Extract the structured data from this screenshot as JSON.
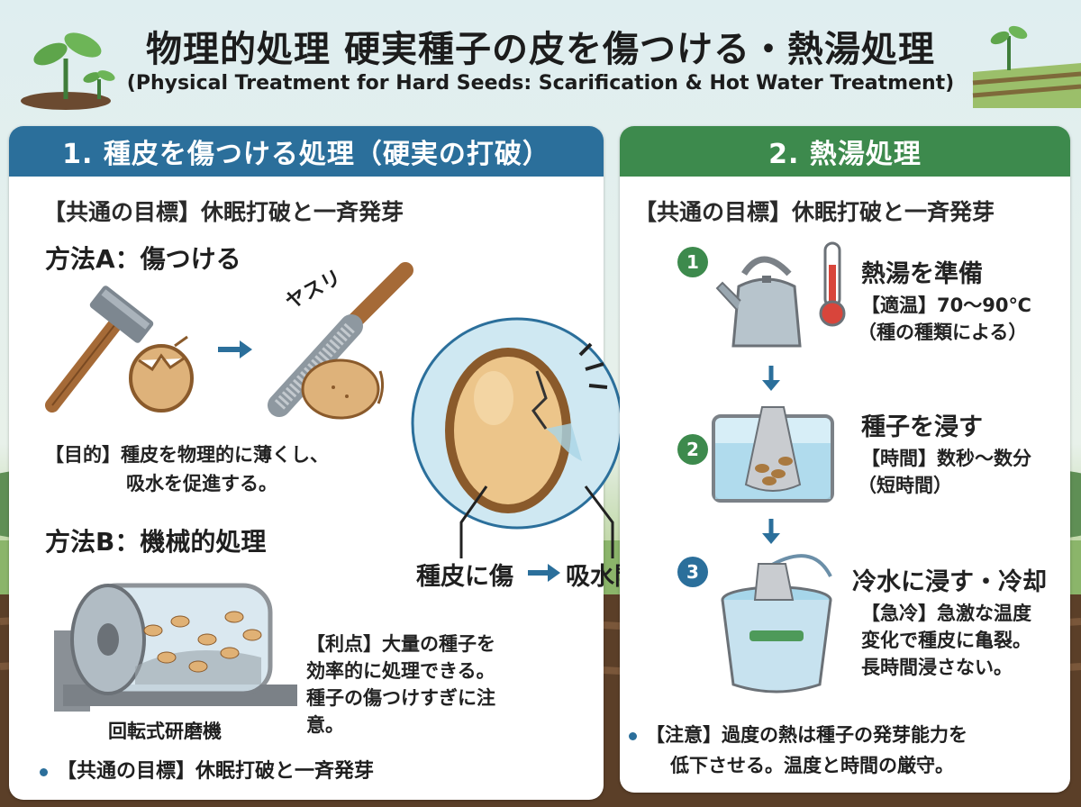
{
  "header": {
    "title": "物理的処理 硬実種子の皮を傷つける・熱湯処理",
    "subtitle": "(Physical Treatment for Hard Seeds: Scarification & Hot Water Treatment)"
  },
  "left": {
    "heading": "1. 種皮を傷つける処理（硬実の打破）",
    "goal": "【共通の目標】休眠打破と一斉発芽",
    "method_a": {
      "label": "方法A：傷つける",
      "tool_label": "ヤスリ",
      "purpose_line1": "【目的】種皮を物理的に薄くし、",
      "purpose_line2": "吸水を促進する。"
    },
    "method_b": {
      "label": "方法B：機械的処理",
      "machine_label": "回転式研磨機",
      "merit_line1": "【利点】大量の種子を",
      "merit_line2": "効率的に処理できる。",
      "merit_line3": "種子の傷つけすぎに注",
      "merit_line4": "意。"
    },
    "bottom_goal": "【共通の目標】休眠打破と一斉発芽"
  },
  "center": {
    "label_wound": "種皮に傷",
    "label_absorb": "吸水開始"
  },
  "right": {
    "heading": "2. 熱湯処理",
    "goal": "【共通の目標】休眠打破と一斉発芽",
    "steps": [
      {
        "num": "1",
        "title": "熱湯を準備",
        "line1": "【適温】70～90℃",
        "line2": "（種の種類による）",
        "line3": ""
      },
      {
        "num": "2",
        "title": "種子を浸す",
        "line1": "【時間】数秒～数分",
        "line2": "（短時間）",
        "line3": ""
      },
      {
        "num": "3",
        "title": "冷水に浸す・冷却",
        "line1": "【急冷】急激な温度",
        "line2": "変化で種皮に亀裂。",
        "line3": "長時間浸さない。"
      }
    ],
    "caution_line1": "【注意】過度の熱は種子の発芽能力を",
    "caution_line2": "低下させる。温度と時間の厳守。"
  },
  "colors": {
    "left_accent": "#2b6f9b",
    "right_accent": "#3d8a4d",
    "step3_accent": "#2b6f9b"
  },
  "icons": [
    "seedling-icon",
    "farm-field-icon",
    "hammer-icon",
    "file-rasp-icon",
    "seed-icon",
    "tumbler-machine-icon",
    "kettle-icon",
    "thermometer-icon",
    "net-bag-icon",
    "bucket-icon",
    "arrow-right-icon",
    "arrow-down-icon"
  ]
}
